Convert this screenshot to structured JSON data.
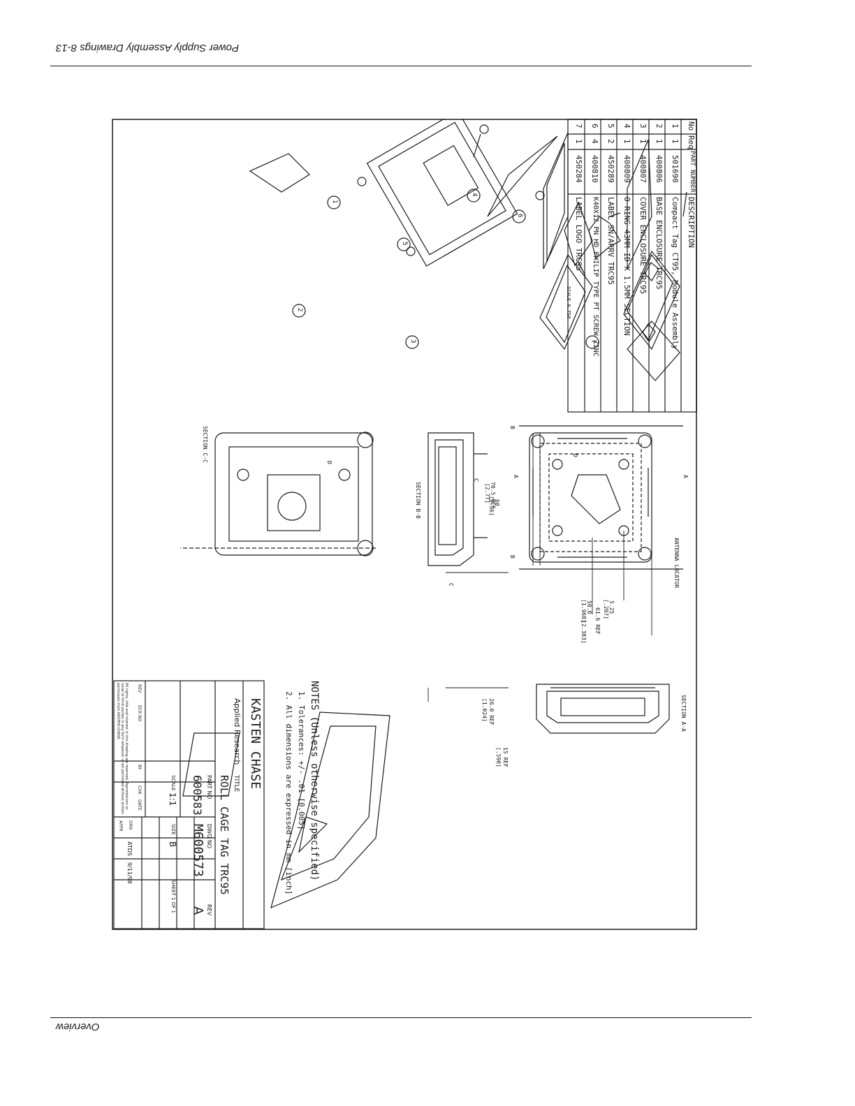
{
  "page_header": {
    "text": "Power Supply Assembly Drawings 8-13"
  },
  "page_footer": {
    "text": "Overview"
  },
  "bom": {
    "headers": {
      "no": "No",
      "req": "Req",
      "part": "PART NUMBER",
      "desc": "DESCRIPTION"
    },
    "rows": [
      {
        "no": "1",
        "req": "1",
        "part": "501690",
        "desc": "Compact Tag CT95, Module Assembly"
      },
      {
        "no": "2",
        "req": "1",
        "part": "400806",
        "desc": "BASE ENCLOSURE TRC95"
      },
      {
        "no": "3",
        "req": "1",
        "part": "400807",
        "desc": "COVER ENCLOSURE TRC95"
      },
      {
        "no": "4",
        "req": "1",
        "part": "400809",
        "desc": "O RING 43MM ID X 1.5MM SECTION"
      },
      {
        "no": "5",
        "req": "2",
        "part": "450289",
        "desc": "LABEL SN/APRV TRC95"
      },
      {
        "no": "6",
        "req": "4",
        "part": "400810",
        "desc": "K40X12 PN HD PHILIP TYPE PT SCREW ZINC"
      },
      {
        "no": "7",
        "req": "1",
        "part": "450284",
        "desc": "LABEL LOGO TRC95"
      }
    ]
  },
  "exploded_view": {
    "scale": "SCALE 0.750",
    "balloons": [
      "1",
      "2",
      "3",
      "4",
      "5",
      "6",
      "7"
    ]
  },
  "section_views": {
    "section_aa": "SECTION A-A",
    "section_bb": "SECTION B-B",
    "section_cc": "SECTION C-C",
    "antenna_locator": "ANTENNA LOCATOR",
    "markers": {
      "a": "A",
      "b": "B",
      "c": "C",
      "d": "D"
    }
  },
  "dimensions": {
    "d1": "70.5 REF",
    "d1b": "[2.77]",
    "d2": "60",
    "d2b": "[2.36]",
    "d3": "5.25",
    "d3b": "[.207]",
    "d4": "50.0",
    "d4b": "[1.968]",
    "d5": "61.6 REF",
    "d5b": "[2.383]",
    "d6": "26.0 REF",
    "d6b": "[1.024]",
    "d7": "15 REF",
    "d7b": "[.590]"
  },
  "notes": {
    "heading": "NOTES (Unless otherwise specified)",
    "items": [
      "1. Tolerances: +/- .01 [0.005]",
      "2. All dimensions are expressed in mm [inch]"
    ]
  },
  "title_block": {
    "company": "KASTEN CHASE",
    "division": "Applied Research",
    "title_label": "TITLE",
    "title": "ROLL CAGE TAG TRC95",
    "part_no_label": "PART NO",
    "part_no": "600583",
    "dwg_no_label": "DWG NO",
    "dwg_no": "M600573",
    "rev_label": "REV",
    "rev": "A",
    "scale_label": "SCALE",
    "scale": "1:1",
    "size_label": "SIZE",
    "size": "B",
    "sheet": "SHEET 1 OF 1",
    "drawn_by": "ATDS",
    "date": "9/11/98",
    "rev_headers": {
      "rev": "REV",
      "ecr": "ECR NO",
      "by": "BY",
      "chk": "CHK",
      "date": "DATE",
      "drn": "DRN",
      "apr": "APPR"
    },
    "copyright": "All rights, title and interest in this drawing are reserved. Reproduction or issue to third parties in any form whatever is not permitted without written permission from KASTEN CHASE."
  }
}
